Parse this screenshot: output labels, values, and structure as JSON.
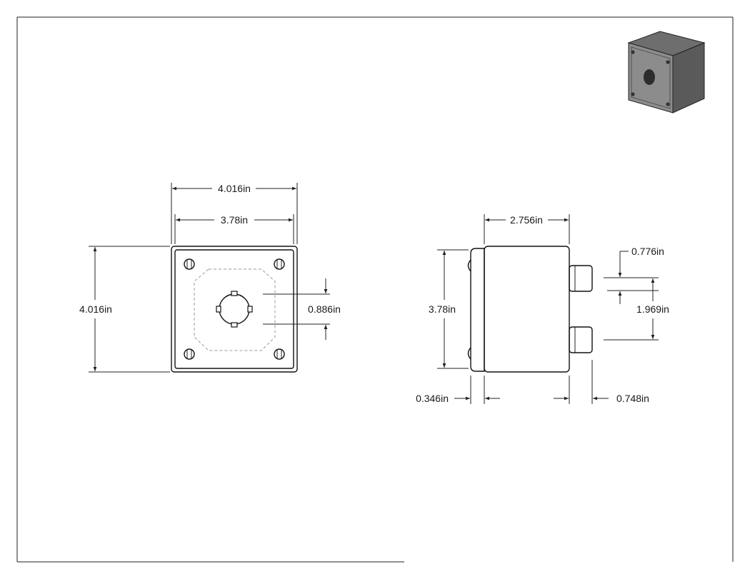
{
  "front_view": {
    "overall_width": "4.016in",
    "inner_width": "3.78in",
    "overall_height": "4.016in",
    "hole_diameter": "0.886in"
  },
  "side_view": {
    "depth": "2.756in",
    "height": "3.78in",
    "hub_offset": "0.776in",
    "hub_spacing": "1.969in",
    "lid_thickness": "0.346in",
    "hub_length": "0.748in"
  },
  "colors": {
    "line": "#222222",
    "hidden_line": "#9a9a9a",
    "iso_front": "#8c8c8c",
    "iso_side": "#5a5a5a",
    "iso_top": "#6e6e6e"
  }
}
